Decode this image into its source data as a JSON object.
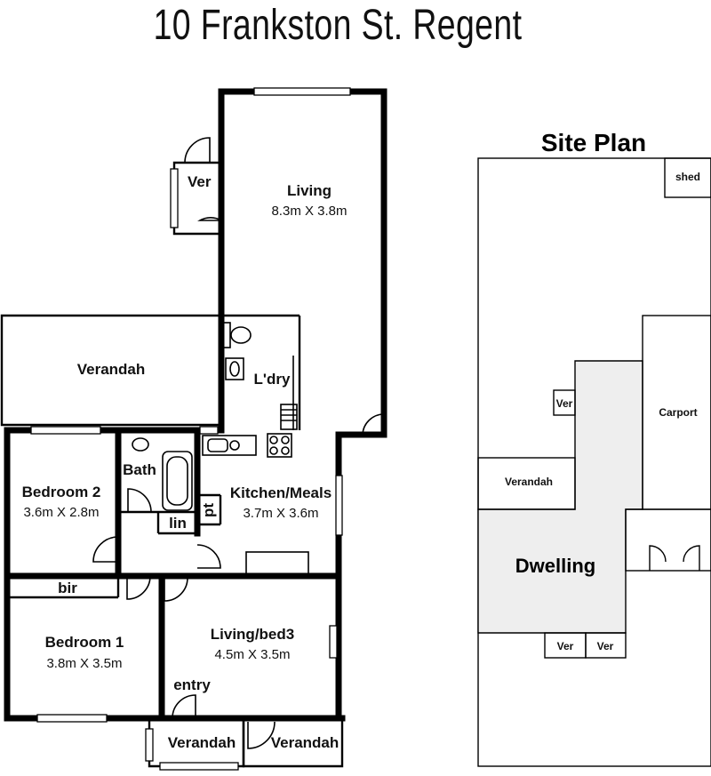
{
  "title": "10 Frankston St. Regent",
  "floor_plan": {
    "rooms": {
      "ver": "Ver",
      "living": {
        "name": "Living",
        "size": "8.3m X 3.8m"
      },
      "verandah": "Verandah",
      "ldry": "L'dry",
      "bath": "Bath",
      "bedroom2": {
        "name": "Bedroom 2",
        "size": "3.6m X 2.8m"
      },
      "kitchen": {
        "name": "Kitchen/Meals",
        "size": "3.7m X 3.6m"
      },
      "lin": "lin",
      "pt": "pt",
      "bir": "bir",
      "bedroom1": {
        "name": "Bedroom 1",
        "size": "3.8m X 3.5m"
      },
      "livingbed3": {
        "name": "Living/bed3",
        "size": "4.5m X 3.5m"
      },
      "entry": "entry",
      "verandah_front_left": "Verandah",
      "verandah_front_right": "Verandah"
    }
  },
  "site_plan": {
    "title": "Site Plan",
    "labels": {
      "shed": "shed",
      "ver_side": "Ver",
      "carport": "Carport",
      "verandah": "Verandah",
      "dwelling": "Dwelling",
      "ver_front_1": "Ver",
      "ver_front_2": "Ver"
    },
    "colors": {
      "dwelling_fill": "#eeeeee"
    }
  }
}
